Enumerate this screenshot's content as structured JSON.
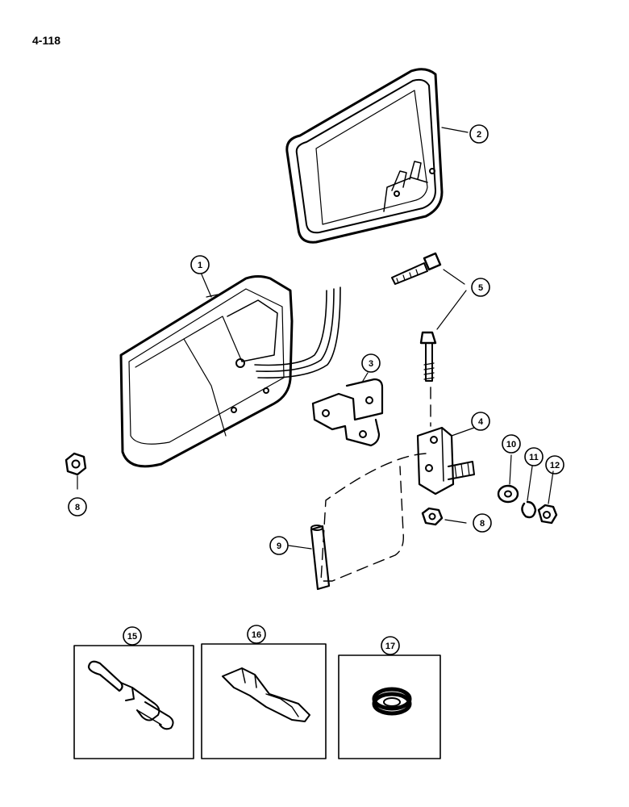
{
  "page": {
    "number": "4-118"
  },
  "callouts": [
    {
      "id": "1",
      "label": "1"
    },
    {
      "id": "2",
      "label": "2"
    },
    {
      "id": "3",
      "label": "3"
    },
    {
      "id": "4",
      "label": "4"
    },
    {
      "id": "5",
      "label": "5"
    },
    {
      "id": "8a",
      "label": "8"
    },
    {
      "id": "8b",
      "label": "8"
    },
    {
      "id": "9",
      "label": "9"
    },
    {
      "id": "10",
      "label": "10"
    },
    {
      "id": "11",
      "label": "11"
    },
    {
      "id": "12",
      "label": "12"
    },
    {
      "id": "15",
      "label": "15"
    },
    {
      "id": "16",
      "label": "16"
    },
    {
      "id": "17",
      "label": "17"
    }
  ]
}
